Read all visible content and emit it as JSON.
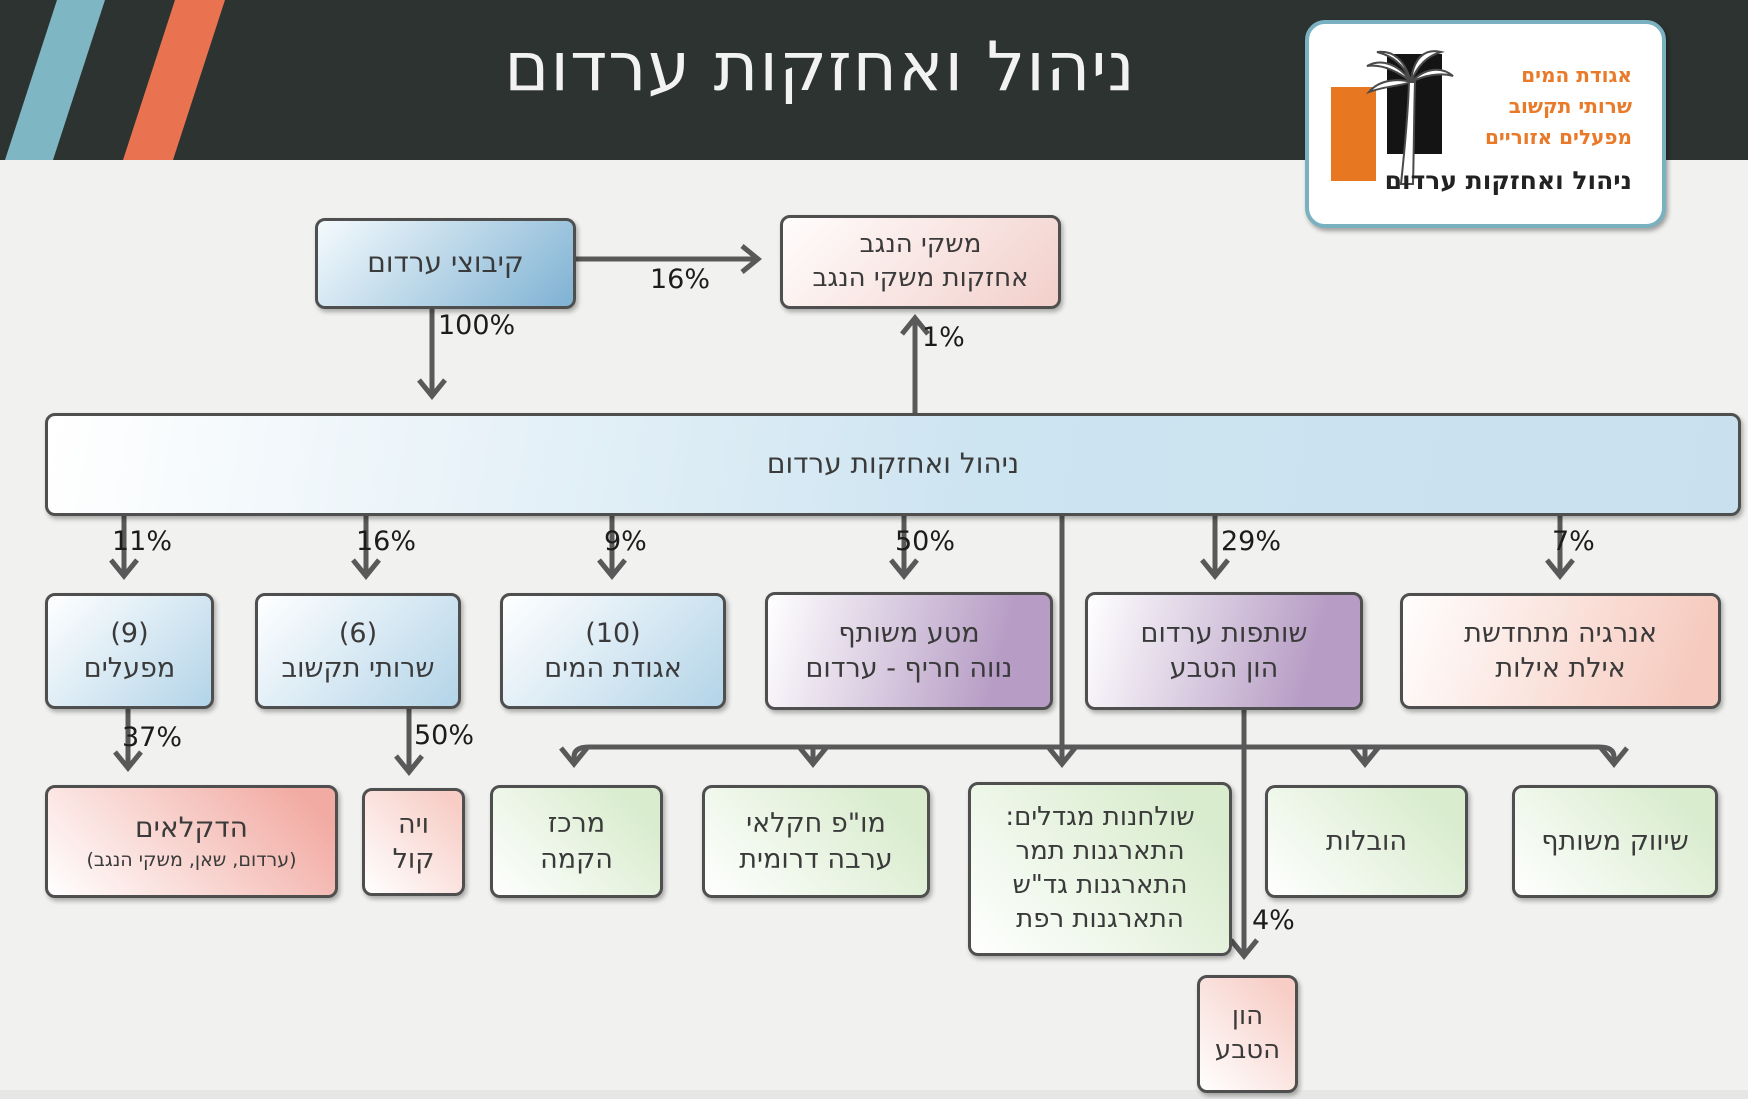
{
  "header": {
    "title": "ניהול ואחזקות ערדום",
    "background": "#2c3330",
    "stripe_teal": "#7fb6c4",
    "stripe_orange": "#e97350"
  },
  "logo": {
    "org_lines": [
      "אגודת המים",
      "שרותי תקשוב",
      "מפעלים אזוריים"
    ],
    "title": "ניהול ואחזקות ערדום",
    "accent_orange": "#e87722",
    "border_teal": "#7ab1c0",
    "icon": "palm-tree-icon"
  },
  "diagram": {
    "nodes": [
      {
        "id": "kibbutzei-ardom",
        "text": "קיבוצי ערדום",
        "color": "blue"
      },
      {
        "id": "mishkei-hanegev",
        "text": "משקי הנגב\nאחזקות משקי הנגב",
        "color": "pink"
      },
      {
        "id": "nihul-band",
        "text": "ניהול ואחזקות ערדום",
        "color": "light-blue"
      },
      {
        "id": "mifalim",
        "text": "(9)\nמפעלים",
        "color": "light-blue"
      },
      {
        "id": "sherutei-tikshuv",
        "text": "(6)\nשרותי תקשוב",
        "color": "light-blue"
      },
      {
        "id": "agudat-hamayim",
        "text": "(10)\nאגודת המים",
        "color": "light-blue"
      },
      {
        "id": "mata-meshutaf",
        "text": "מטע משותף\nנווה חריף - ערדום",
        "color": "purple"
      },
      {
        "id": "shutafut-ardom",
        "text": "שותפות ערדום\nהון הטבע",
        "color": "purple"
      },
      {
        "id": "energia-mitchadeshet",
        "text": "אנרגיה מתחדשת\nאילת אילות",
        "color": "peach"
      },
      {
        "id": "hadkelaim",
        "title": "הדקלאים",
        "subtitle": "(ערדום, שאן, משקי הנגב)",
        "color": "pink"
      },
      {
        "id": "via-kol",
        "text": "ויה\nקול",
        "color": "pink"
      },
      {
        "id": "merkaz-hakama",
        "text": "מרכז\nהקמה",
        "color": "green"
      },
      {
        "id": "mop-haklai",
        "text": "מו\"פ חקלאי\nערבה דרומית",
        "color": "green"
      },
      {
        "id": "shulchanot-megadlim",
        "text": "שולחנות מגדלים:\nהתארגנות תמר\nהתארגנות גד\"ש\nהתארגנות רפת",
        "color": "green"
      },
      {
        "id": "hovalot",
        "text": "הובלות",
        "color": "green"
      },
      {
        "id": "shivuk-meshutaf",
        "text": "שיווק משותף",
        "color": "green"
      },
      {
        "id": "hon-hateva",
        "text": "הון\nהטבע",
        "color": "pink"
      }
    ],
    "labels": {
      "kib_to_mishkei": "16%",
      "kib_to_band": "100%",
      "band_to_mishkei": "1%",
      "band_to_mifalim": "11%",
      "band_to_tikshuv": "16%",
      "band_to_agudat": "9%",
      "band_to_mata": "50%",
      "band_to_shutafut": "29%",
      "band_to_energia": "7%",
      "mifalim_to_hadkelaim": "37%",
      "tikshuv_to_viakol": "50%",
      "shutafut_to_hon": "4%"
    }
  }
}
